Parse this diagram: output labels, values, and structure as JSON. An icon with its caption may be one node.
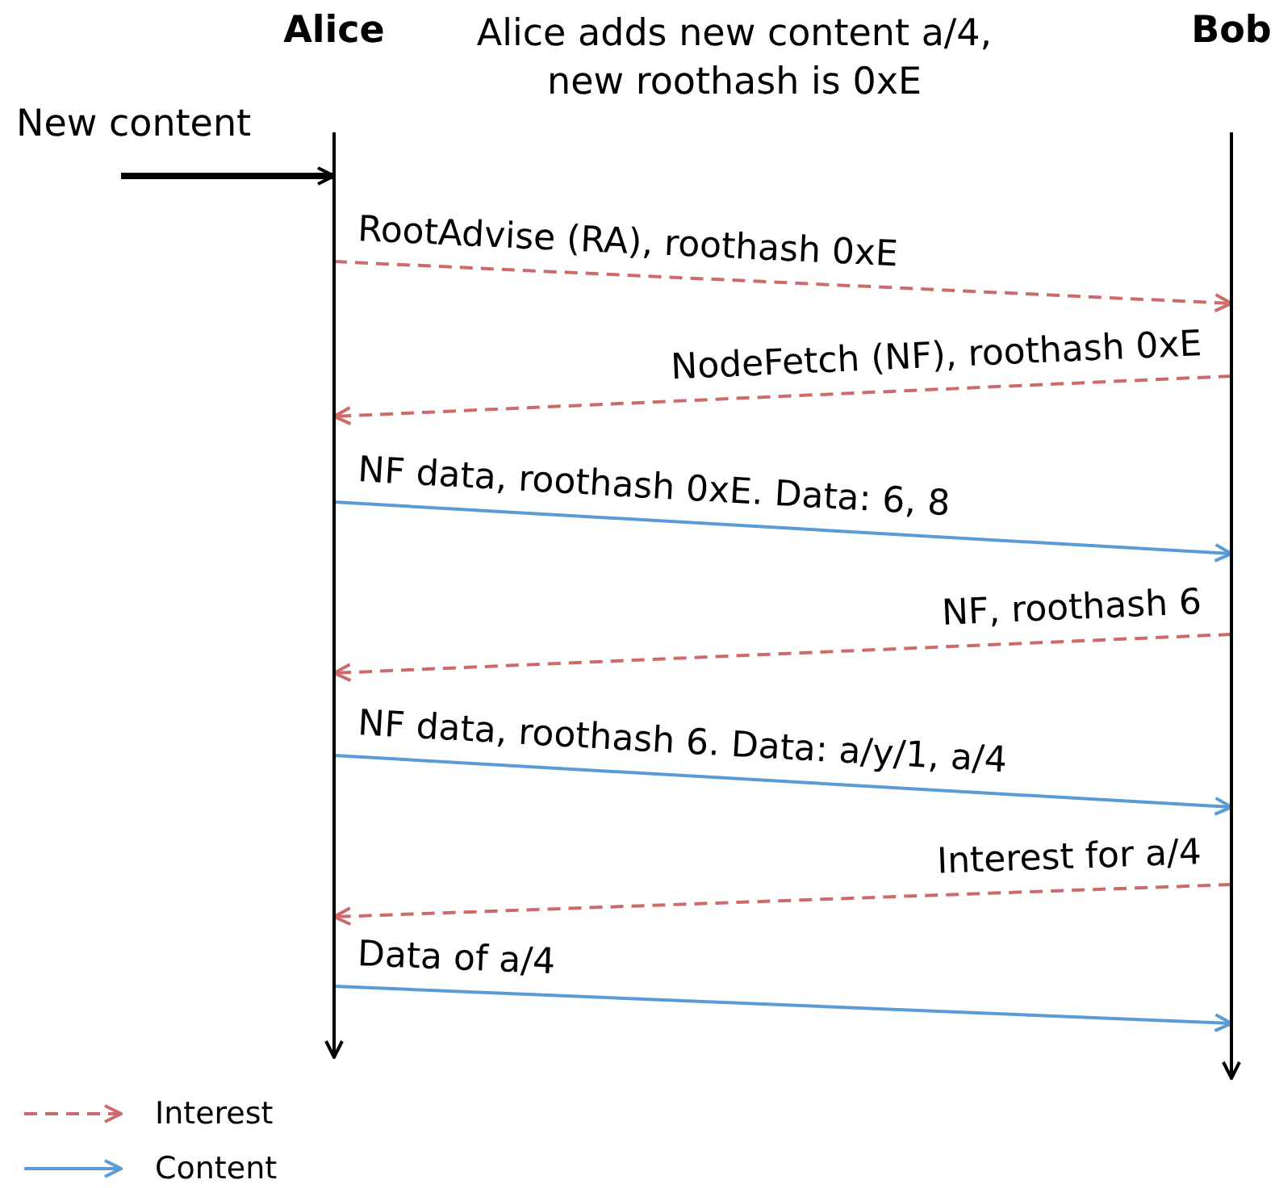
{
  "diagram": {
    "title": "Alice adds new content a/4, new roothash is 0xE",
    "nodes": [
      {
        "text": [
          "Alice"
        ]
      },
      {
        "text": [
          "Bob"
        ]
      },
      {
        "text": [
          "New content"
        ]
      }
    ],
    "edges": [
      {
        "from": 2,
        "to": 0,
        "arrow": "to",
        "style": "thick",
        "color": "#000000"
      },
      {
        "from": 0,
        "to": 1,
        "arrow": "to",
        "style": "dashed",
        "label": "RootAdvise (RA), roothash 0xE"
      },
      {
        "from": 1,
        "to": 0,
        "arrow": "to",
        "style": "dashed",
        "label": "NodeFetch (NF), roothash 0xE"
      },
      {
        "from": 0,
        "to": 1,
        "arrow": "to",
        "color": "#5b9bd5",
        "label": "NF data, roothash 0xE. Data: 6, 8"
      },
      {
        "from": 1,
        "to": 0,
        "arrow": "to",
        "style": "dashed",
        "label": "NF, roothash 6"
      },
      {
        "from": 0,
        "to": 1,
        "arrow": "to",
        "color": "#5b9bd5",
        "label": "NF data, roothash 6. Data: a/y/1, a/4"
      },
      {
        "from": 1,
        "to": 0,
        "arrow": "to",
        "style": "dashed",
        "label": "Interest for a/4"
      },
      {
        "from": 0,
        "to": 1,
        "arrow": "to",
        "color": "#5b9bd5",
        "label": "Data of a/4"
      }
    ],
    "legend": [
      {
        "text": "Interest",
        "color": "#cd6b6b"
      },
      {
        "text": "Content",
        "color": "#5b9bd5"
      }
    ]
  }
}
